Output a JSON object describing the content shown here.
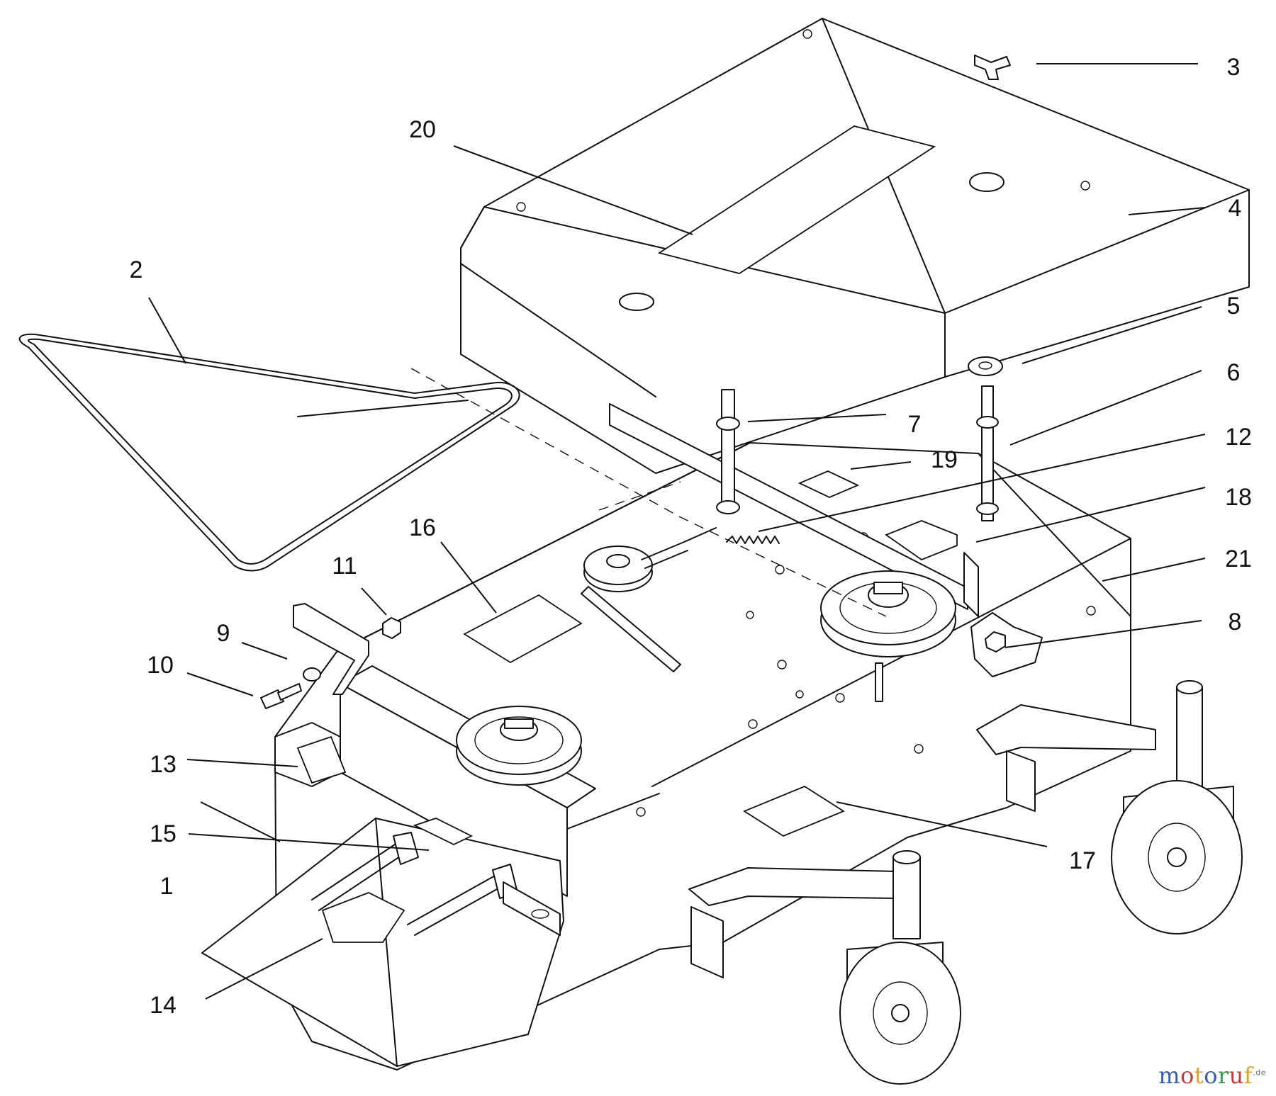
{
  "callouts": [
    {
      "id": "1",
      "label": "1"
    },
    {
      "id": "2",
      "label": "2"
    },
    {
      "id": "3",
      "label": "3"
    },
    {
      "id": "4",
      "label": "4"
    },
    {
      "id": "5",
      "label": "5"
    },
    {
      "id": "6",
      "label": "6"
    },
    {
      "id": "7",
      "label": "7"
    },
    {
      "id": "8",
      "label": "8"
    },
    {
      "id": "9",
      "label": "9"
    },
    {
      "id": "10",
      "label": "10"
    },
    {
      "id": "11",
      "label": "11"
    },
    {
      "id": "12",
      "label": "12"
    },
    {
      "id": "13",
      "label": "13"
    },
    {
      "id": "14",
      "label": "14"
    },
    {
      "id": "15",
      "label": "15"
    },
    {
      "id": "16",
      "label": "16"
    },
    {
      "id": "17",
      "label": "17"
    },
    {
      "id": "18",
      "label": "18"
    },
    {
      "id": "19",
      "label": "19"
    },
    {
      "id": "20",
      "label": "20"
    },
    {
      "id": "21",
      "label": "21"
    }
  ],
  "watermark": {
    "text": "motoruf",
    "suffix": ".de",
    "letter_colors": [
      "#3a5fa8",
      "#c83c3c",
      "#e0a020",
      "#3a5fa8",
      "#2e9a4a",
      "#c83c3c",
      "#e0a020"
    ]
  }
}
